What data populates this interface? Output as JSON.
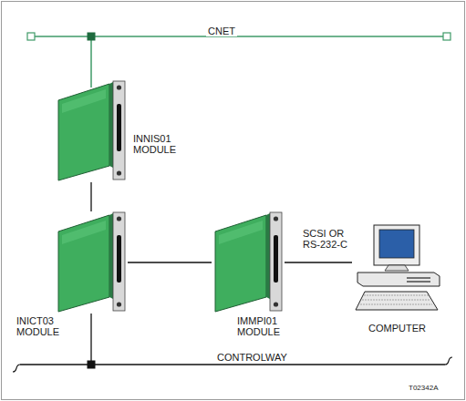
{
  "diagram": {
    "nodes": [
      {
        "text": [
          "INNIS01 MODULE"
        ]
      },
      {
        "text": [
          "INICT03 MODULE"
        ]
      },
      {
        "text": [
          "IMMPI01 MODULE"
        ]
      },
      {
        "text": [
          "COMPUTER"
        ]
      }
    ],
    "edges": [
      {
        "from": 0,
        "to": 1,
        "arrow": "none"
      },
      {
        "from": 1,
        "to": 2,
        "arrow": "none"
      },
      {
        "from": 2,
        "to": 3,
        "label": "SCSI OR RS-232-C",
        "arrow": "none"
      }
    ],
    "labels": [
      "CNET",
      "CONTROLWAY",
      "T02342A"
    ]
  }
}
